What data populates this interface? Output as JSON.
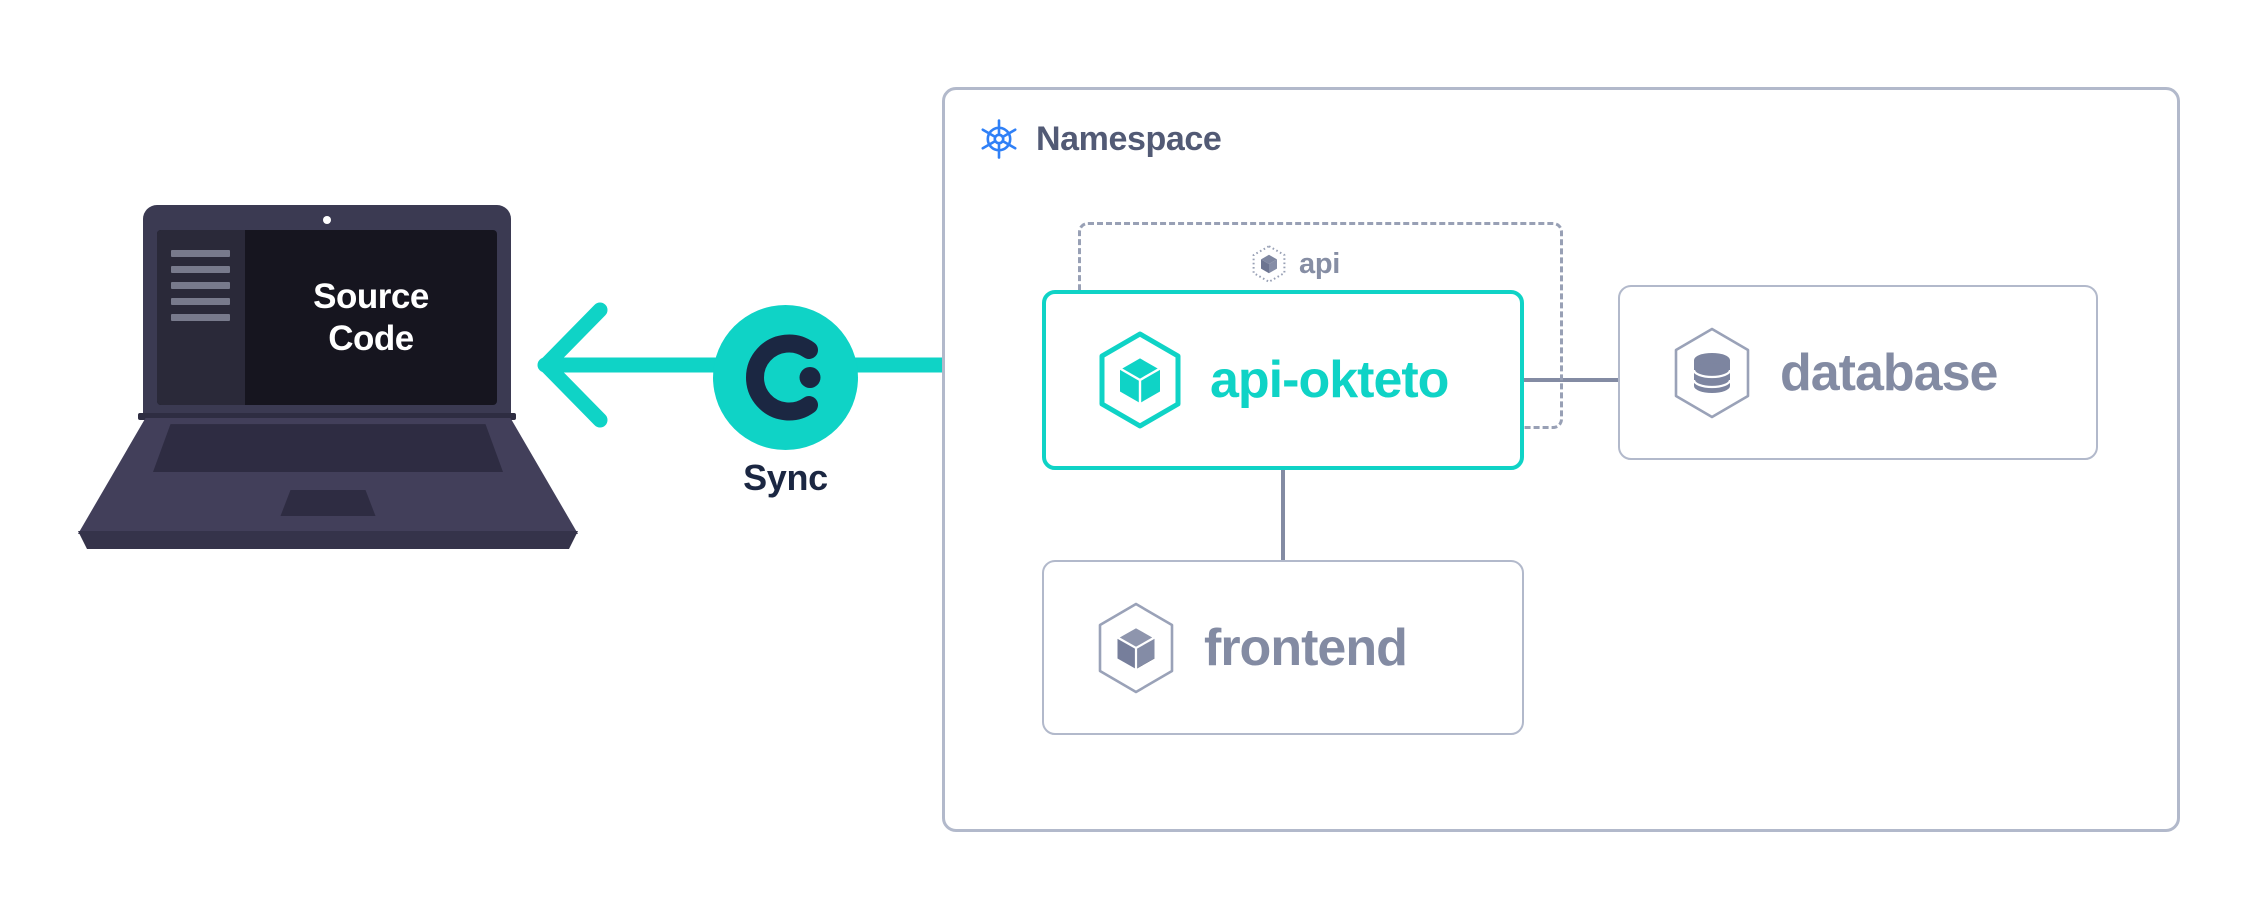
{
  "diagram": {
    "title": "Okteto development sync architecture",
    "colors": {
      "teal": "#0FD3C6",
      "dark_navy": "#1B2742",
      "laptop_body": "#3B3A52",
      "laptop_screen": "#16151F",
      "gray_blue": "#838BA3",
      "border_gray": "#B2B9CB",
      "kubernetes_blue": "#2F80F7"
    }
  },
  "laptop": {
    "screen_title_line1": "Source",
    "screen_title_line2": "Code",
    "code_line_count": 5
  },
  "sync": {
    "label": "Sync",
    "logo_name": "okteto-logo",
    "arrow_left_name": "arrow-to-source-code",
    "arrow_right_name": "arrow-to-namespace"
  },
  "namespace": {
    "title": "Namespace",
    "icon": "kubernetes-helm-icon"
  },
  "api_group": {
    "label": "api",
    "icon": "cube-icon",
    "border_style": "dashed"
  },
  "services": [
    {
      "id": "api-okteto",
      "label": "api-okteto",
      "icon": "hexagon-cube-icon",
      "state": "active-dev-mode",
      "border_color": "#0FD3C6",
      "text_color": "#0FD3C6"
    },
    {
      "id": "database",
      "label": "database",
      "icon": "hexagon-database-icon",
      "state": "default",
      "border_color": "#B2B9CB",
      "text_color": "#838BA3"
    },
    {
      "id": "frontend",
      "label": "frontend",
      "icon": "hexagon-cube-icon",
      "state": "default",
      "border_color": "#B2B9CB",
      "text_color": "#838BA3"
    }
  ]
}
